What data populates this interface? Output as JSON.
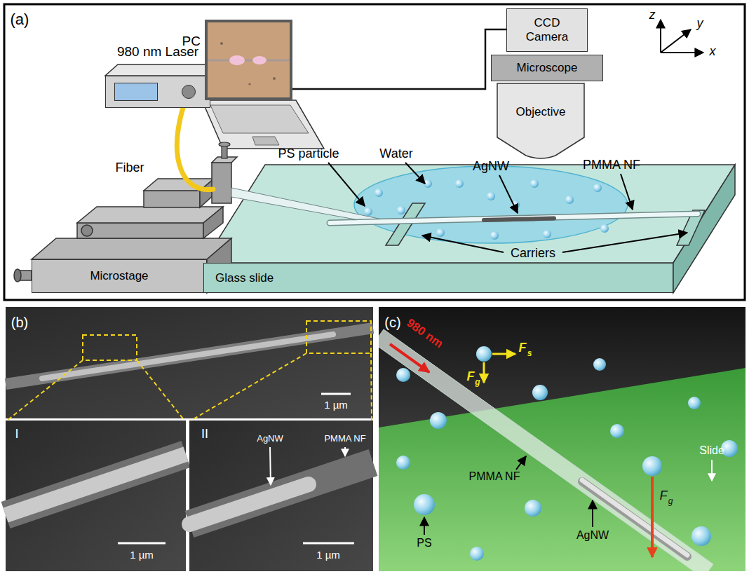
{
  "diagram": {
    "nodes": [
      {
        "text": [
          "980 nm Laser"
        ]
      },
      {
        "text": [
          "PC"
        ]
      },
      {
        "text": [
          "CCD Camera"
        ]
      },
      {
        "text": [
          "Microscope"
        ]
      },
      {
        "text": [
          "Objective"
        ]
      },
      {
        "text": [
          "Microstage"
        ]
      },
      {
        "text": [
          "Glass slide"
        ]
      }
    ],
    "edges": [
      {
        "from": 1,
        "to": 2,
        "arrow": "none"
      }
    ],
    "labels": [
      "(a)",
      "z",
      "y",
      "x",
      "Fiber",
      "PS particle",
      "Water",
      "AgNW",
      "PMMA NF",
      "Carriers",
      "(b)",
      "1 µm",
      "I",
      "1 µm",
      "II",
      "AgNW",
      "PMMA NF",
      "1 µm",
      "(c)",
      "980 nm",
      "F",
      "s",
      "F",
      "g",
      "Slide",
      "PMMA NF",
      "AgNW",
      "PS",
      "F",
      "g"
    ]
  }
}
